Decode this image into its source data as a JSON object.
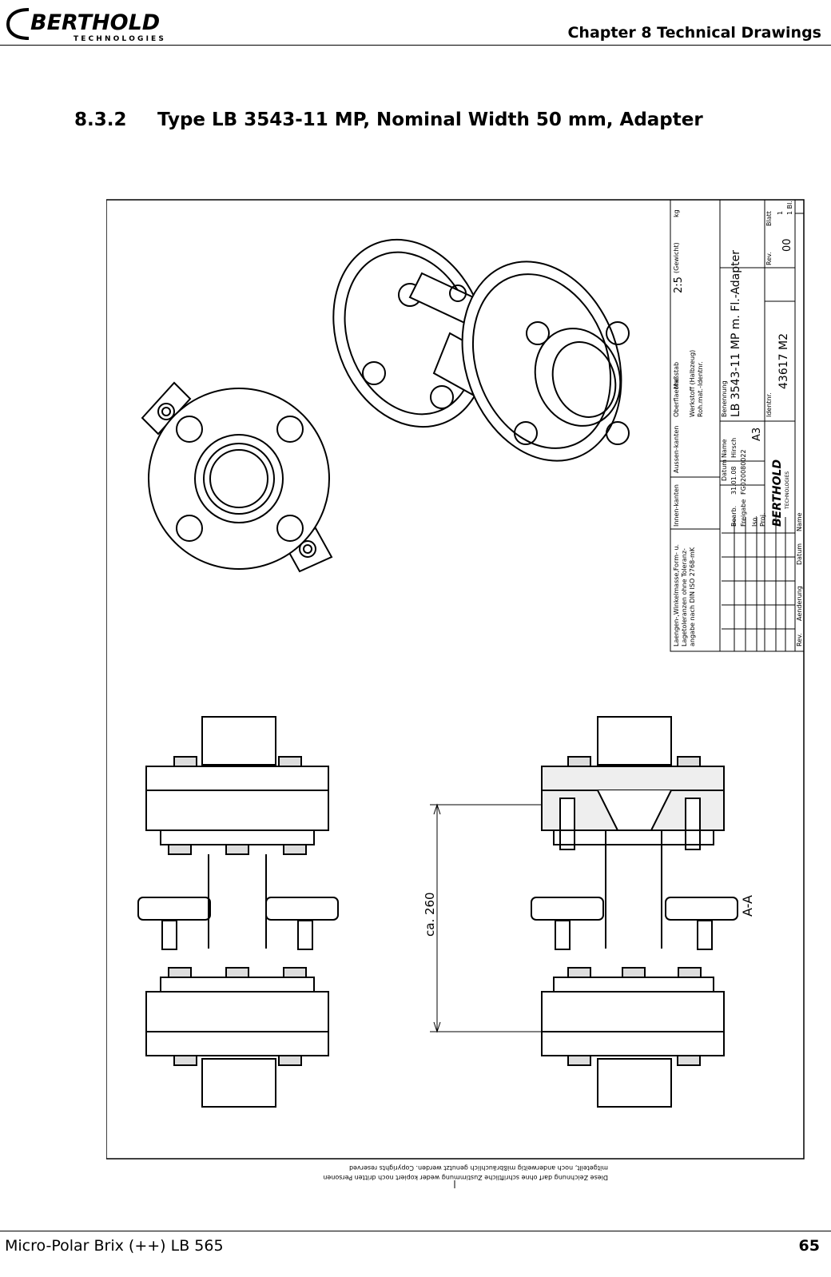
{
  "header": {
    "logo_main": "BERTHOLD",
    "logo_sub": "T E C H N O L O G I E S",
    "chapter": "Chapter 8 Technical Drawings"
  },
  "section": {
    "number": "8.3.2",
    "title": "Type LB 3543-11 MP, Nominal Width 50 mm, Adapter"
  },
  "drawing": {
    "title_block": {
      "tolerance_note_1": "Laengen-,Winkelmasse,Form- u.",
      "tolerance_note_2": "Lagetoleranzen ohne Toleranz-",
      "tolerance_note_3": "angabe nach DIN ISO 2768-mK",
      "inner_edges": "Innen-kanten",
      "outer_edges": "Aussen-kanten",
      "surface": "Oberflaeche",
      "scale_label": "Maßstab",
      "scale_value": "2:5",
      "weight_label": "(Gewicht)",
      "weight_unit": "kg",
      "material_label": "Werkstoff (Halbzeug)",
      "raw_material_label": "Roh.mat.-Identnr.",
      "name_label": "Benennung",
      "name_value": "LB 3543-11 MP m. Fl.-Adapter",
      "date_label": "Datum",
      "person_label": "Name",
      "drawn_label": "Bearb.",
      "drawn_date": "31.01.08",
      "drawn_name": "Hirsch",
      "release_label": "Freigabe",
      "release_value": "FG020080022",
      "iso_label": "Iso.",
      "proj_label": "Proj.",
      "sheet_size": "A3",
      "ident_label": "Identnr.",
      "ident_value": "43617 M2",
      "rev_label": "Rev.",
      "rev_value": "00",
      "sheet_label": "Blatt",
      "sheet_value": "1",
      "sheets_total": "1 Bl.",
      "revision_label": "Rev.",
      "change_label": "Aenderung",
      "datum_label": "Datum",
      "name_col_label": "Name",
      "logo_main": "BERTHOLD",
      "logo_sub": "TECHNOLOGIES"
    },
    "dimension": "ca. 260",
    "section_label": "A-A",
    "copyright_1": "Diese Zeichnung darf ohne schriftliche Zustimmung weder kopiert noch dritten Personen",
    "copyright_2": "mitgeteilt, noch anderweitig mißbräuchlich genutzt werden. Copyrights reserved"
  },
  "footer": {
    "product": "Micro-Polar Brix (++) LB 565",
    "page": "65"
  }
}
